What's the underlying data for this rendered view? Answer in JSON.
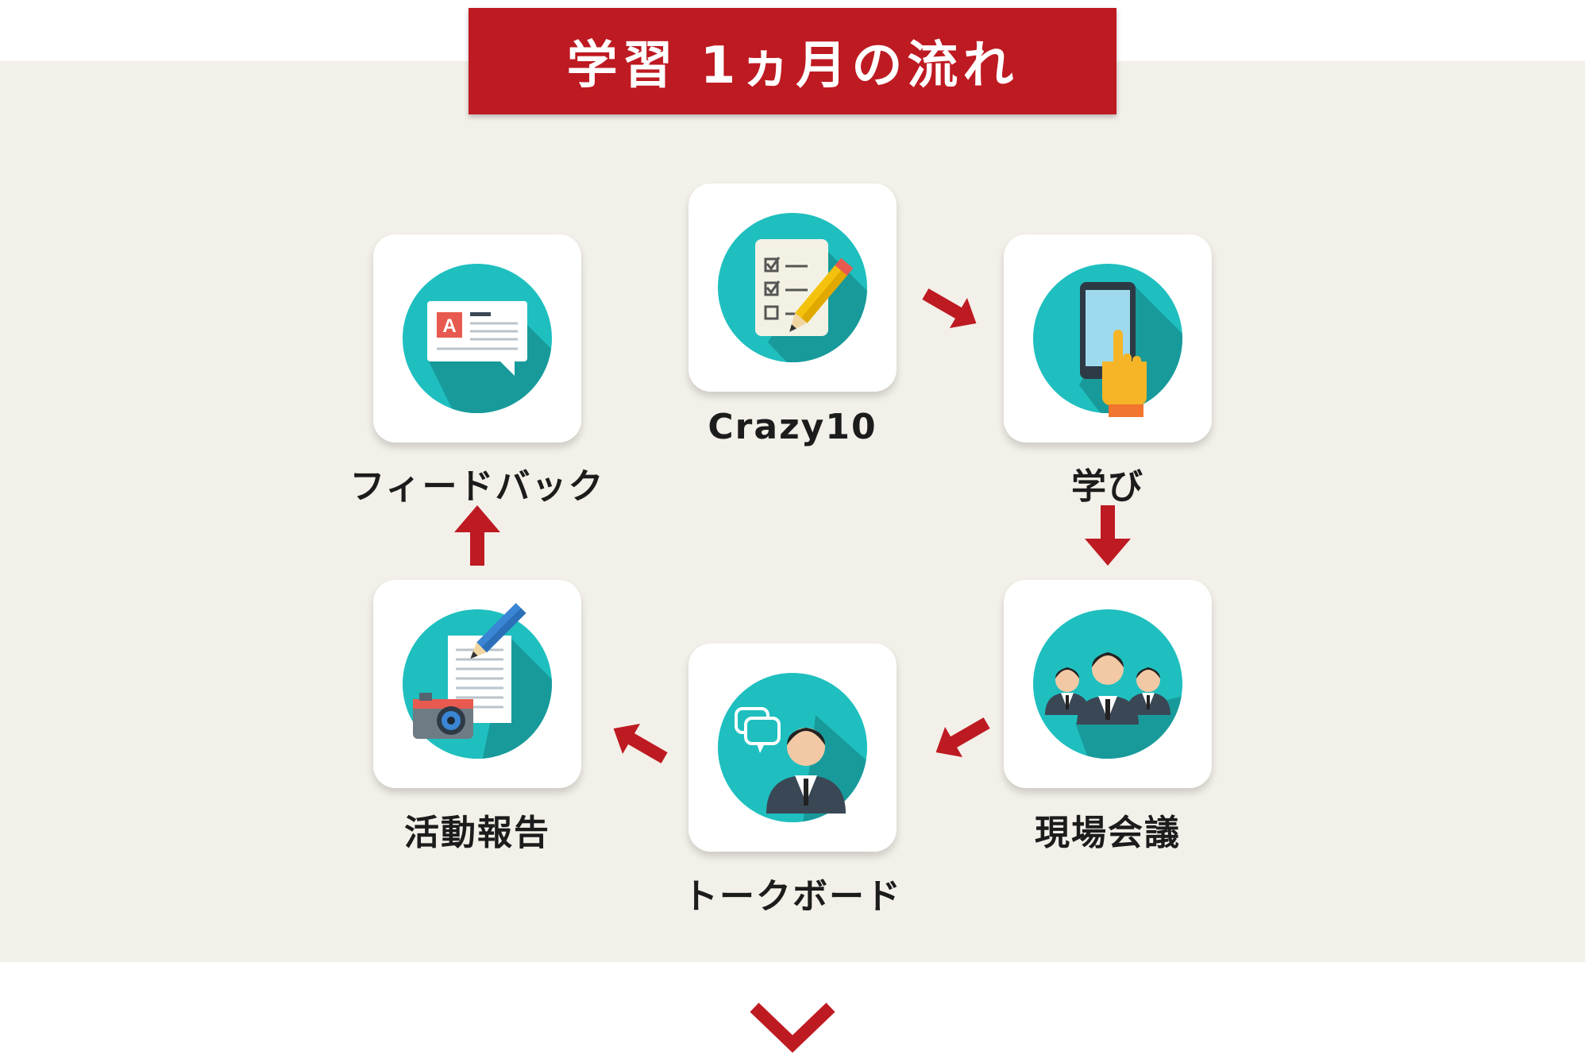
{
  "title": "学習 1ヵ月の流れ",
  "steps": [
    {
      "label": "Crazy10",
      "icon": "checklist-pencil-icon"
    },
    {
      "label": "学び",
      "icon": "tablet-touch-icon"
    },
    {
      "label": "現場会議",
      "icon": "team-meeting-icon"
    },
    {
      "label": "トークボード",
      "icon": "business-person-chat-icon"
    },
    {
      "label": "活動報告",
      "icon": "report-camera-icon"
    },
    {
      "label": "フィードバック",
      "icon": "feedback-speech-bubble-icon"
    }
  ],
  "colors": {
    "accent": "#be1a22",
    "icon_circle": "#1fbfbf",
    "panel_bg": "#f3f0e9"
  },
  "next_indicator_icon": "chevron-down-icon"
}
